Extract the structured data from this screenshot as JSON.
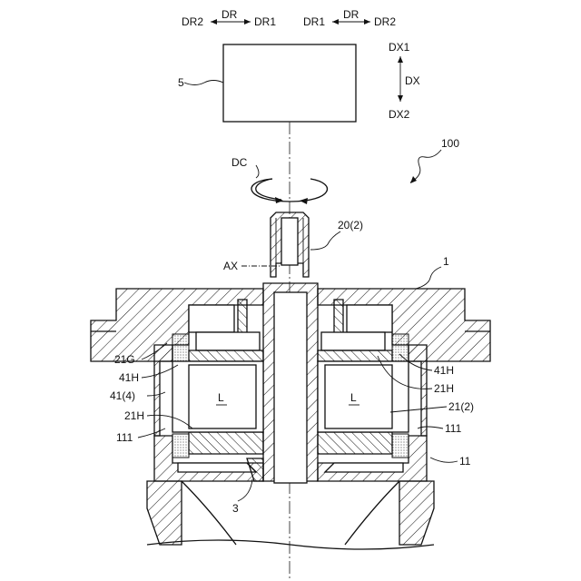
{
  "labels": {
    "dr_left": "DR",
    "dr2_left": "DR2",
    "dr1_left": "DR1",
    "dr_right": "DR",
    "dr1_right": "DR1",
    "dr2_right": "DR2",
    "dx1": "DX1",
    "dx": "DX",
    "dx2": "DX2",
    "ref_5": "5",
    "ref_100": "100",
    "dc": "DC",
    "ref_20_2": "20(2)",
    "ax": "AX",
    "ref_1": "1",
    "ref_21g": "21G",
    "ref_41h_left": "41H",
    "ref_41_4": "41(4)",
    "ref_21h_left": "21H",
    "ref_111_left": "111",
    "ref_3": "3",
    "ref_41h_right": "41H",
    "ref_21h_right": "21H",
    "ref_21_2": "21(2)",
    "ref_111_right": "111",
    "ref_11": "11",
    "chamber_left": "L",
    "chamber_right": "L"
  }
}
